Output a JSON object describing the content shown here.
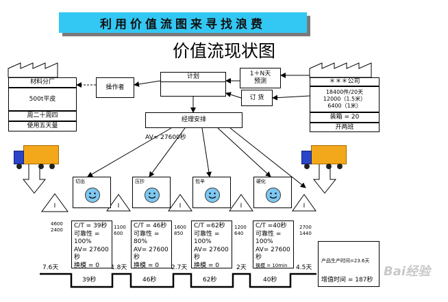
{
  "header": {
    "banner": "利用价值流图来寻找浪费",
    "title": "价值流现状图"
  },
  "supplier": {
    "name": "材料分厂",
    "spec": "500t平皮",
    "schedule": "周二十周四",
    "inventory": "使用五天量"
  },
  "customer": {
    "name": "＊＊＊公司",
    "demand": [
      "18400件/20天",
      "12000（1.5米）",
      "6400（1米）"
    ],
    "packing": "装箱 = 20",
    "shift": "开两班"
  },
  "control": {
    "operator": "操作者",
    "plan": "计划",
    "forecast_line1": "1＋N天",
    "forecast_line2": "预测",
    "order": "订  货",
    "manager": "经理安排",
    "av": "AV= 27600秒"
  },
  "processes": [
    {
      "name": "切出",
      "ct": "C/T = 39秒",
      "lines": [
        "可靠性 =",
        "100%",
        "AV= 27600",
        "秒",
        "换模 = 0"
      ]
    },
    {
      "name": "压抄",
      "ct": "C/T = 46秒",
      "lines": [
        "可靠性 =",
        "80%",
        "AV= 27600",
        "秒",
        "换模 = 0"
      ]
    },
    {
      "name": "包辛",
      "ct": "C/T =62秒",
      "lines": [
        "可靠性 =",
        "100%",
        "AV= 27600",
        "秒",
        "换模 = 0"
      ]
    },
    {
      "name": "硬化",
      "ct": "C/T =40秒",
      "lines": [
        "可靠性 =",
        "100%",
        "AV= 27600",
        "秒"
      ],
      "changeover": "换模 = 10min"
    }
  ],
  "inventory_mark": "I",
  "inventory_counts": [
    [
      "4600",
      "2400"
    ],
    [
      "1100",
      "600"
    ],
    [
      "1600",
      "850"
    ],
    [
      "1200",
      "640"
    ],
    [
      "2700",
      "1440"
    ]
  ],
  "timeline": {
    "waits": [
      "7.6天",
      "1.8天",
      "2.7天",
      "2天",
      "4.5天"
    ],
    "processing": [
      "39秒",
      "46秒",
      "62秒",
      "40秒"
    ]
  },
  "summary": {
    "lead_time": "产品生产时间=23.6天",
    "value_added": "增值时间 = 187秒"
  },
  "watermark": "Bai经验",
  "colors": {
    "banner": "#33c7f3",
    "truck_box": "#f2a81a",
    "truck_cab": "#2b45c8",
    "face": "#7ec8f0"
  }
}
